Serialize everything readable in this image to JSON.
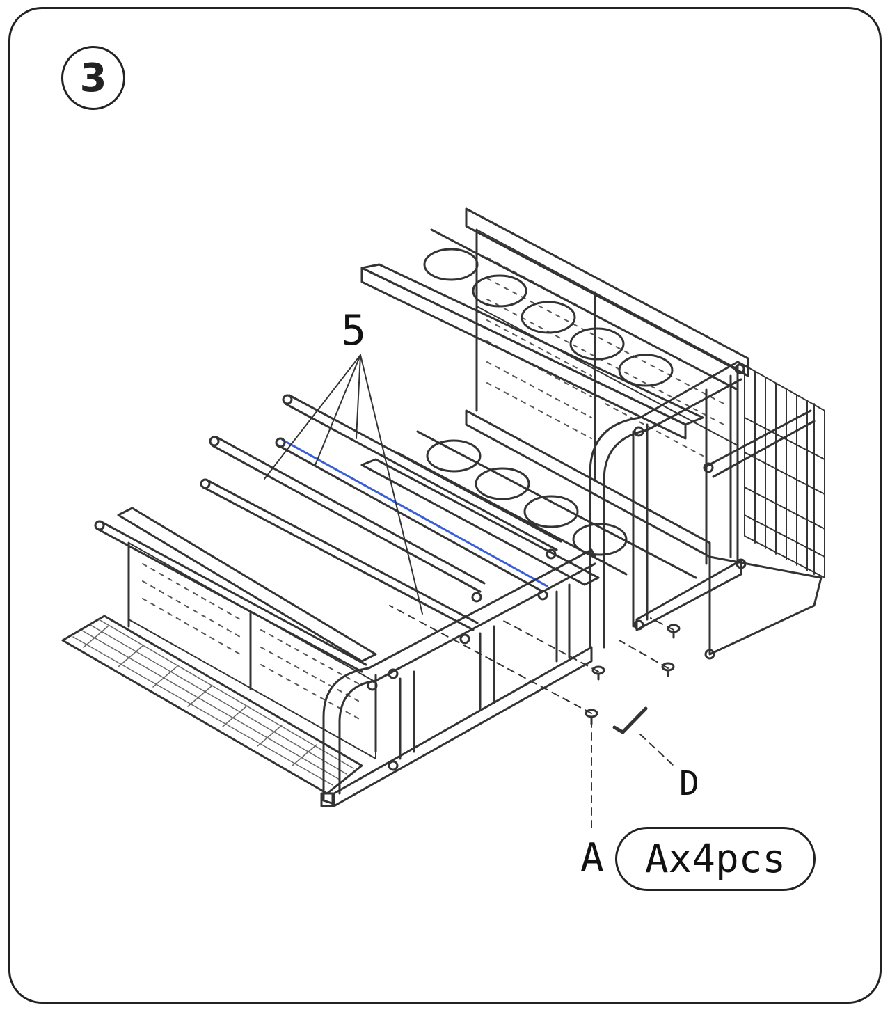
{
  "step": {
    "number": "3"
  },
  "parts": {
    "tube_label": "5",
    "tool_label": "D",
    "screw_label": "A"
  },
  "quantity": {
    "text": "Ax4pcs"
  }
}
